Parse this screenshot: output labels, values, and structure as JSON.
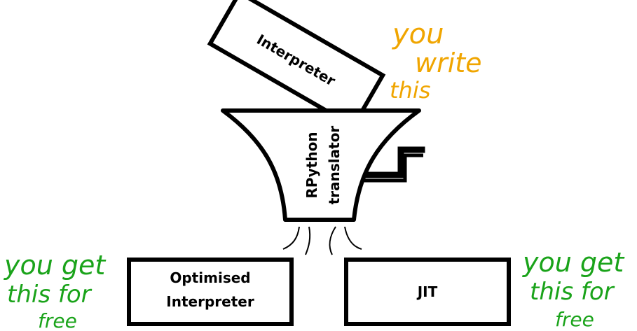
{
  "interpreter_box": {
    "label": "Interpreter"
  },
  "funnel": {
    "line1": "RPython",
    "line2": "translator"
  },
  "outputs": {
    "optimised_line1": "Optimised",
    "optimised_line2": "Interpreter",
    "jit": "JIT"
  },
  "annotations": {
    "you_write": {
      "line1": "you",
      "line2": "write",
      "line3": "this",
      "color": "#f0a500"
    },
    "left_free": {
      "line1": "you get",
      "line2": "this for",
      "line3": "free",
      "color": "#1aa31a"
    },
    "right_free": {
      "line1": "you get",
      "line2": "this for",
      "line3": "free",
      "color": "#1aa31a"
    }
  }
}
